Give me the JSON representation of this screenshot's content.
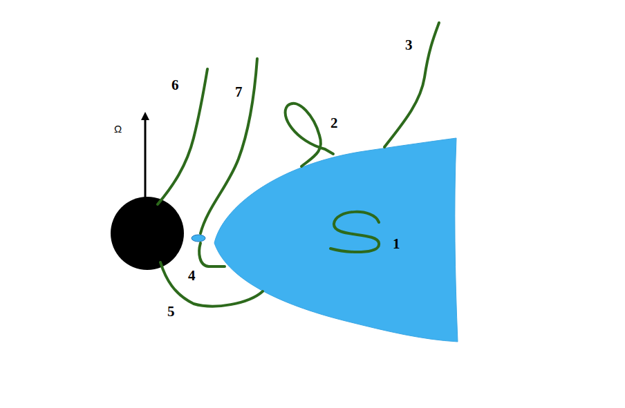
{
  "diagram": {
    "labels": [
      "Ω",
      "1",
      "2",
      "3",
      "4",
      "5",
      "6",
      "7"
    ]
  }
}
